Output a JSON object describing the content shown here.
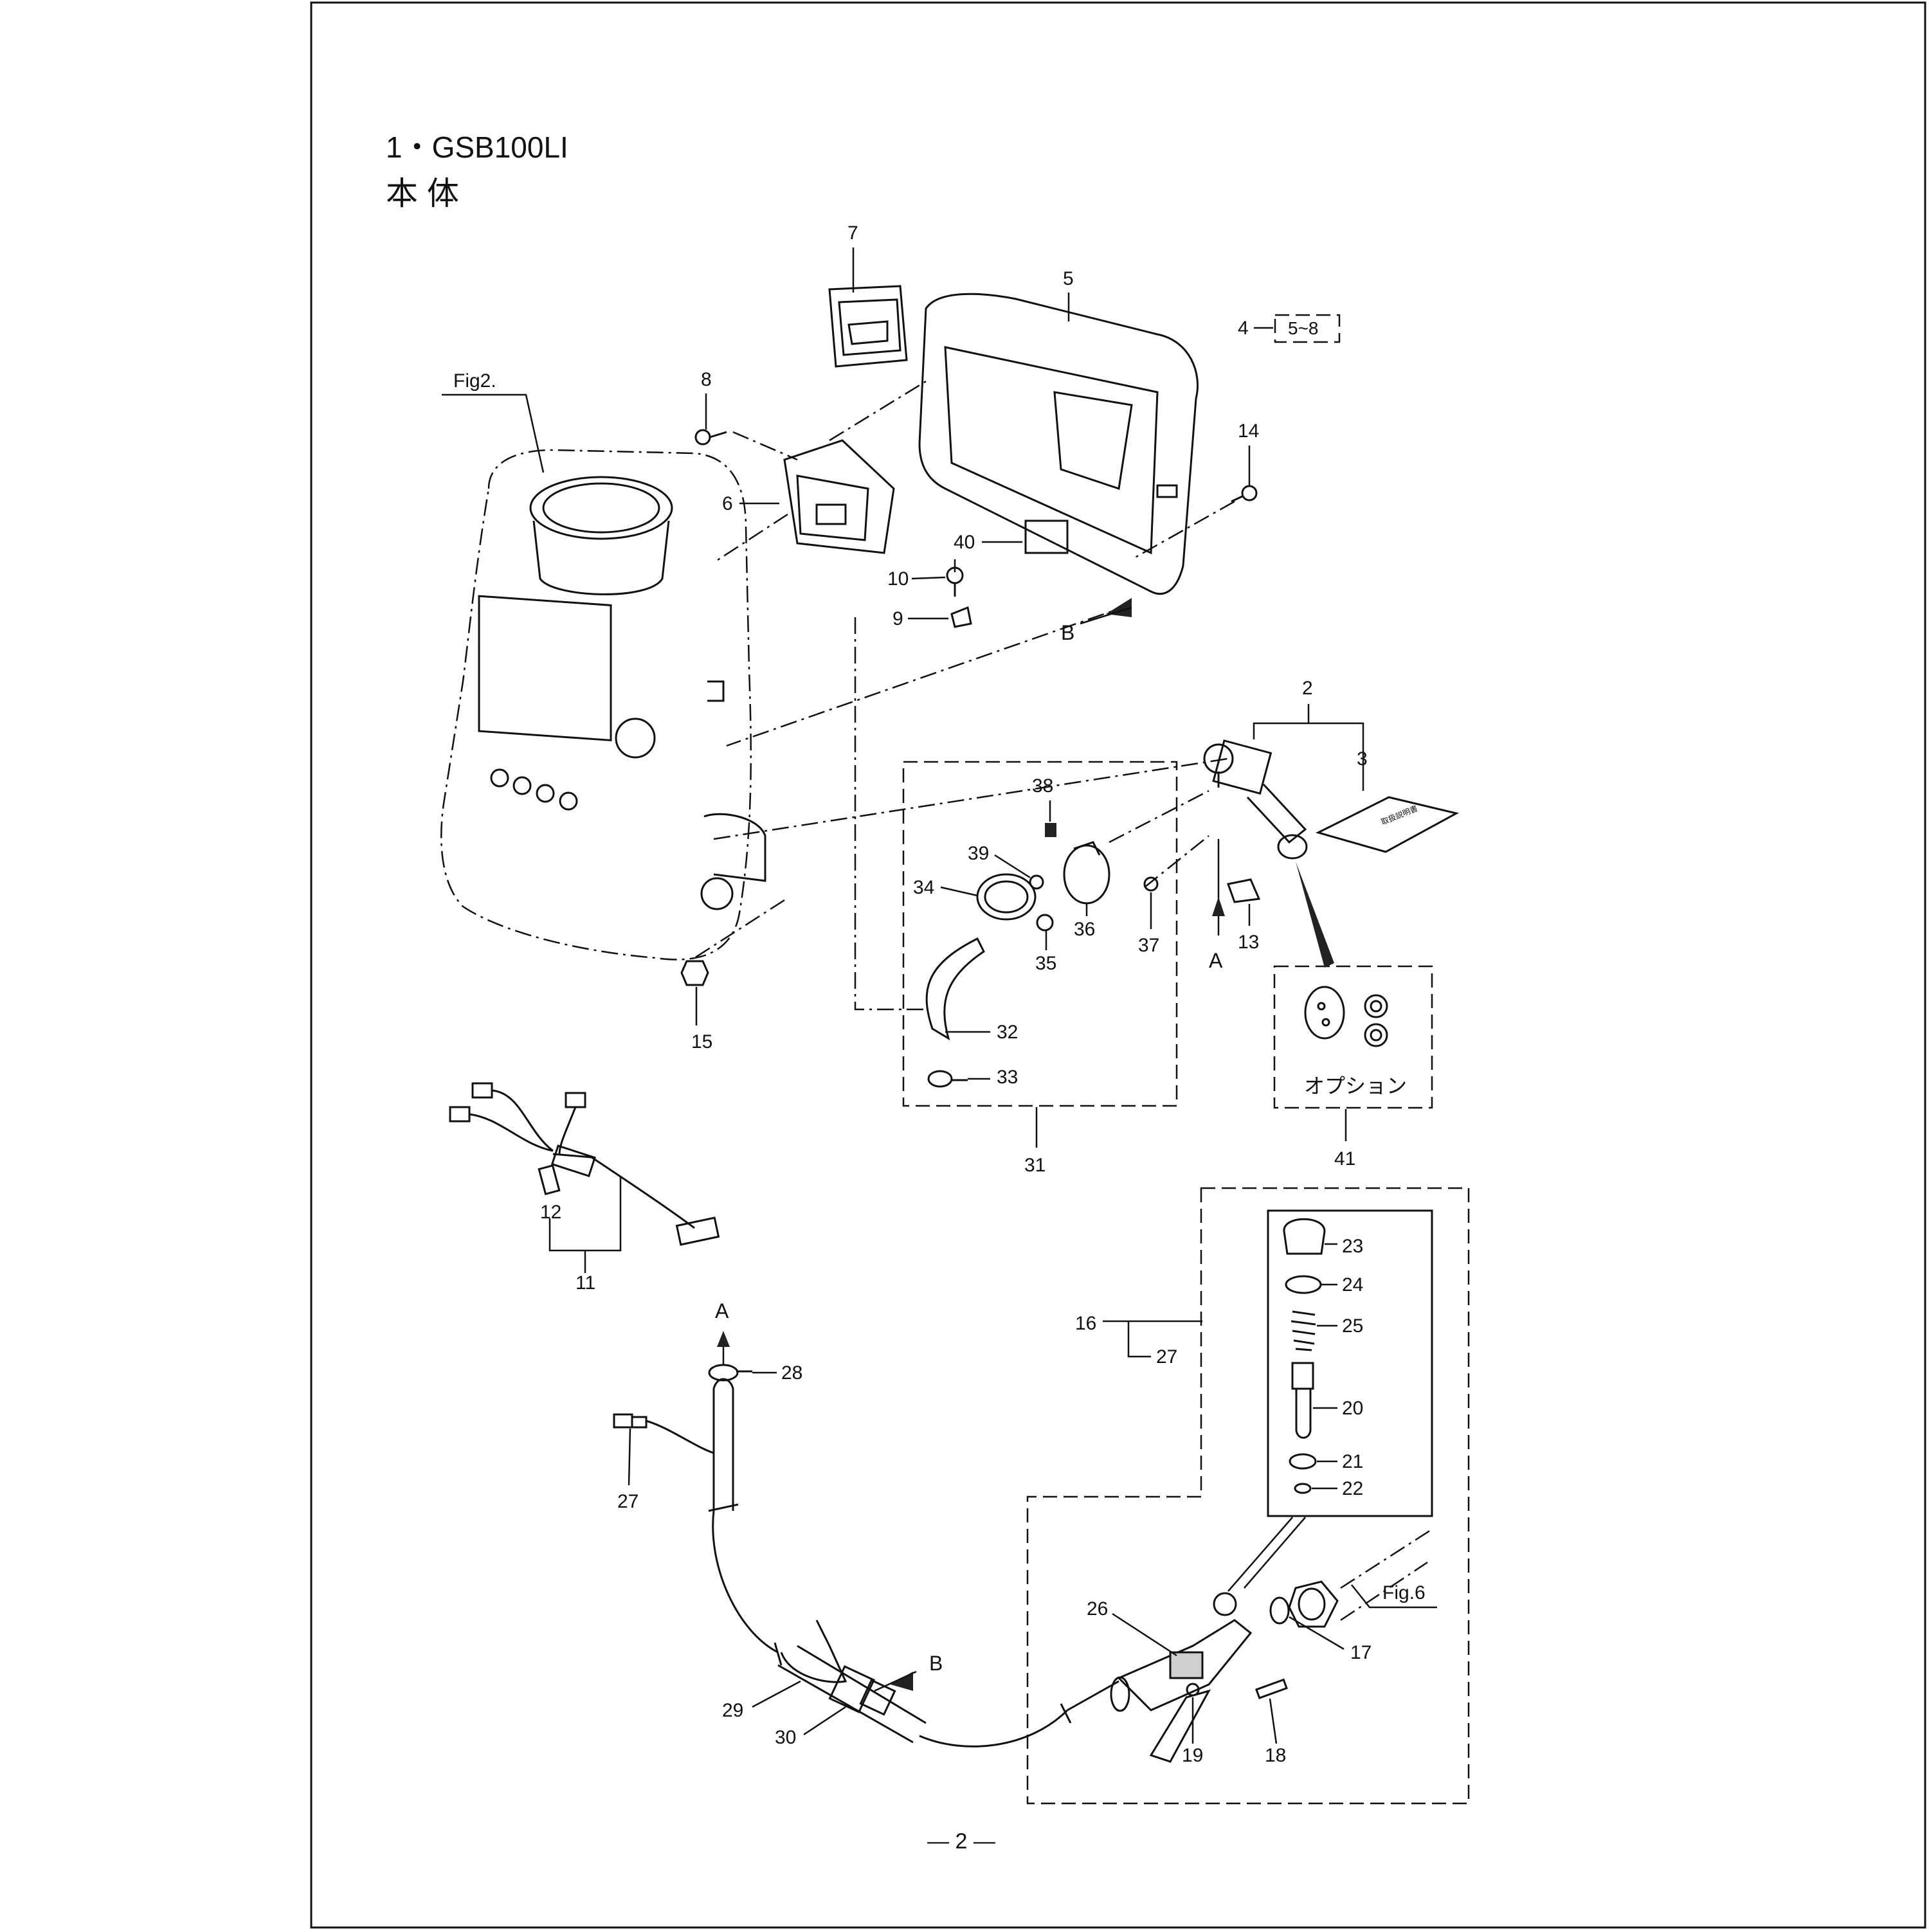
{
  "header": {
    "title": "1・GSB100LI",
    "subtitle": "本 体"
  },
  "figure_refs": {
    "fig2": "Fig2.",
    "fig6": "Fig.6"
  },
  "callouts": {
    "p2": "2",
    "p3": "3",
    "p4": "4",
    "p4_range": "5~8",
    "p5": "5",
    "p6": "6",
    "p7": "7",
    "p8": "8",
    "p9": "9",
    "p10": "10",
    "p11": "11",
    "p12": "12",
    "p13": "13",
    "p14": "14",
    "p15": "15",
    "p16": "16",
    "p17": "17",
    "p18": "18",
    "p19": "19",
    "p20": "20",
    "p21": "21",
    "p22": "22",
    "p23": "23",
    "p24": "24",
    "p25": "25",
    "p26": "26",
    "p27a": "27",
    "p27b": "27",
    "p28": "28",
    "p29": "29",
    "p30": "30",
    "p31": "31",
    "p32": "32",
    "p33": "33",
    "p34": "34",
    "p35": "35",
    "p36": "36",
    "p37": "37",
    "p38": "38",
    "p39": "39",
    "p40": "40",
    "p41": "41"
  },
  "markers": {
    "a1": "A",
    "a2": "A",
    "b1": "B",
    "b2": "B"
  },
  "option_label": "オプション",
  "manual_label": "取扱説明書",
  "page_number": "— 2 —"
}
